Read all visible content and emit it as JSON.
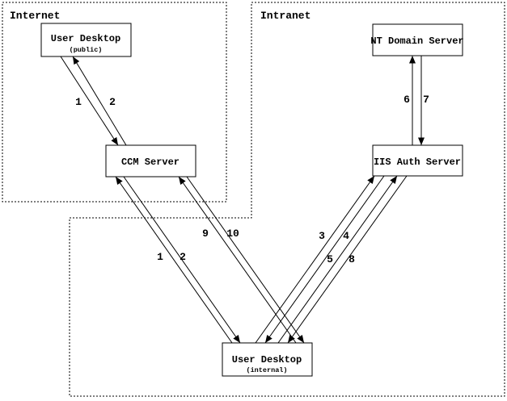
{
  "diagram": {
    "zones": {
      "internet": {
        "label": "Internet"
      },
      "intranet": {
        "label": "Intranet"
      }
    },
    "nodes": {
      "user_desktop_public": {
        "label": "User Desktop",
        "sublabel": "(public)"
      },
      "ccm_server": {
        "label": "CCM Server"
      },
      "nt_domain_server": {
        "label": "NT Domain Server"
      },
      "iis_auth_server": {
        "label": "IIS Auth Server"
      },
      "user_desktop_internal": {
        "label": "User Desktop",
        "sublabel": "(internal)"
      }
    },
    "edges": [
      {
        "label": "1",
        "from": "user_desktop_public",
        "to": "ccm_server"
      },
      {
        "label": "2",
        "from": "ccm_server",
        "to": "user_desktop_public"
      },
      {
        "label": "1",
        "from": "user_desktop_internal",
        "to": "ccm_server"
      },
      {
        "label": "2",
        "from": "ccm_server",
        "to": "user_desktop_internal"
      },
      {
        "label": "9",
        "from": "user_desktop_internal",
        "to": "ccm_server"
      },
      {
        "label": "10",
        "from": "ccm_server",
        "to": "user_desktop_internal"
      },
      {
        "label": "3",
        "from": "user_desktop_internal",
        "to": "iis_auth_server"
      },
      {
        "label": "4",
        "from": "iis_auth_server",
        "to": "user_desktop_internal"
      },
      {
        "label": "5",
        "from": "user_desktop_internal",
        "to": "iis_auth_server"
      },
      {
        "label": "8",
        "from": "iis_auth_server",
        "to": "user_desktop_internal"
      },
      {
        "label": "6",
        "from": "iis_auth_server",
        "to": "nt_domain_server"
      },
      {
        "label": "7",
        "from": "nt_domain_server",
        "to": "iis_auth_server"
      }
    ]
  },
  "colors": {
    "line": "#000000",
    "background": "#ffffff"
  }
}
